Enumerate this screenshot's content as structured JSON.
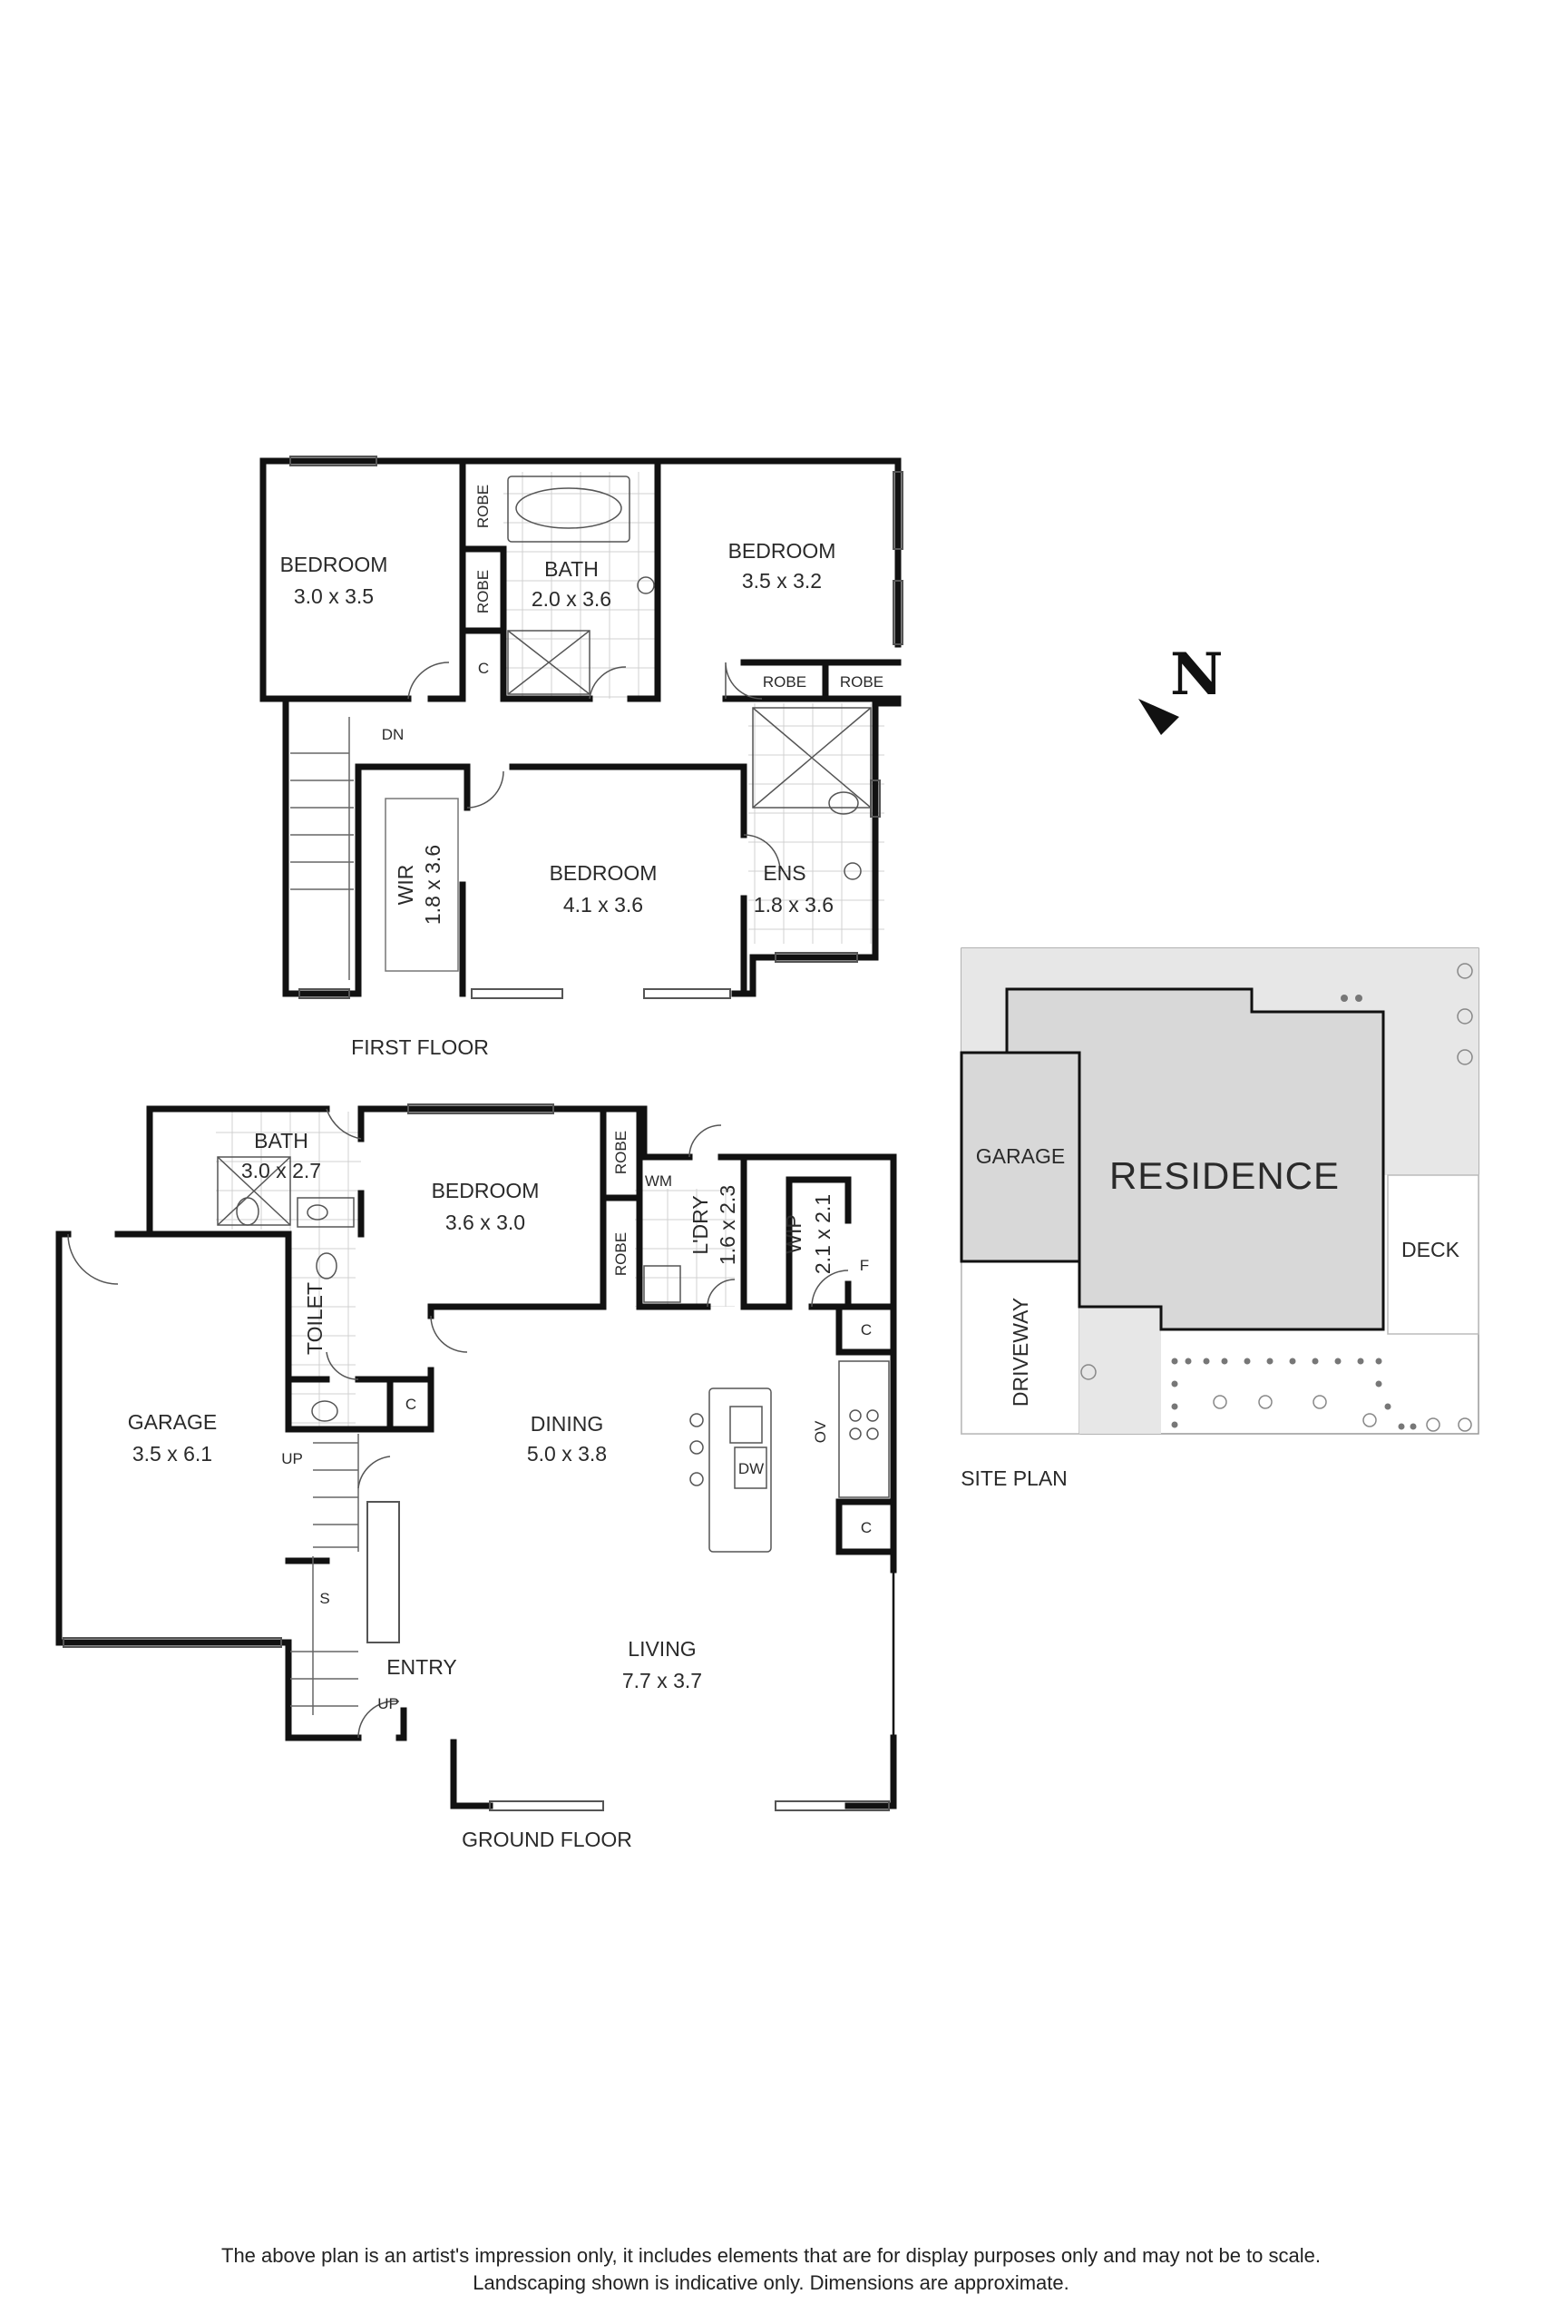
{
  "first_floor": {
    "title": "FIRST FLOOR",
    "rooms": {
      "bedroom_nw": {
        "name": "BEDROOM",
        "size": "3.0 x 3.5"
      },
      "bath": {
        "name": "BATH",
        "size": "2.0 x 3.6"
      },
      "bedroom_ne": {
        "name": "BEDROOM",
        "size": "3.5 x 3.2"
      },
      "bedroom_main": {
        "name": "BEDROOM",
        "size": "4.1 x 3.6"
      },
      "wir": {
        "name": "WIR",
        "size": "1.8 x 3.6"
      },
      "ens": {
        "name": "ENS",
        "size": "1.8 x 3.6"
      }
    },
    "labels": {
      "robe": "ROBE",
      "cupboard": "C",
      "stairs_dn": "DN"
    }
  },
  "ground_floor": {
    "title": "GROUND FLOOR",
    "rooms": {
      "bath": {
        "name": "BATH",
        "size": "3.0 x 2.7"
      },
      "bedroom": {
        "name": "BEDROOM",
        "size": "3.6 x 3.0"
      },
      "laundry": {
        "name": "L'DRY",
        "size": "1.6 x 2.3"
      },
      "wip": {
        "name": "WIP",
        "size": "2.1 x 2.1"
      },
      "garage": {
        "name": "GARAGE",
        "size": "3.5 x 6.1"
      },
      "dining": {
        "name": "DINING",
        "size": "5.0 x 3.8"
      },
      "living": {
        "name": "LIVING",
        "size": "7.7 x 3.7"
      },
      "entry": {
        "name": "ENTRY"
      },
      "toilet": {
        "name": "TOILET"
      }
    },
    "labels": {
      "robe": "ROBE",
      "wm": "WM",
      "fridge": "F",
      "cupboard": "C",
      "oven": "OV",
      "dishwasher": "DW",
      "stairs_up": "UP",
      "store": "S"
    }
  },
  "site_plan": {
    "title": "SITE PLAN",
    "residence": "RESIDENCE",
    "garage": "GARAGE",
    "driveway": "DRIVEWAY",
    "deck": "DECK"
  },
  "compass": {
    "letter": "N"
  },
  "disclaimer": {
    "line1": "The above plan is an artist's impression only, it includes elements that are for display purposes only and may not be to scale.",
    "line2": "Landscaping shown is indicative only. Dimensions are approximate."
  },
  "colors": {
    "wall": "#111111",
    "site_fill": "#e7e7e7",
    "site_residence": "#d8d8d8",
    "tile_line": "#d0d0d0"
  }
}
